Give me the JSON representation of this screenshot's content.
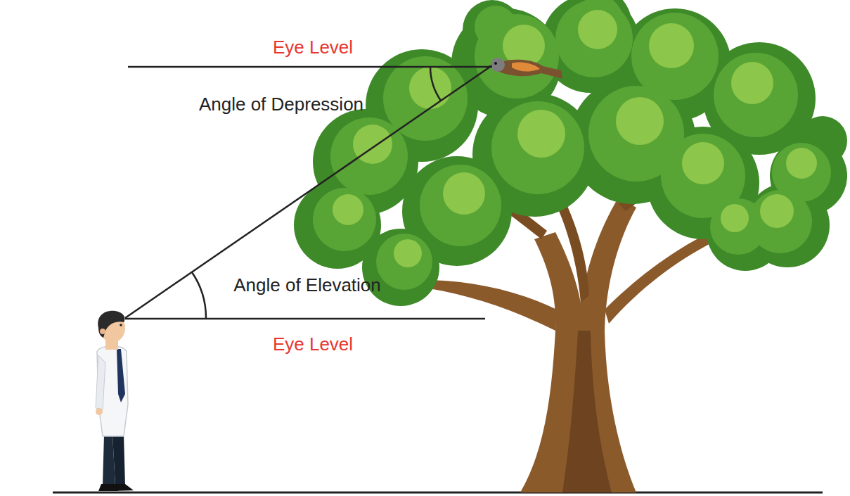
{
  "diagram": {
    "labels": [
      "Eye Level",
      "Angle of Depression",
      "Angle of Elevation",
      "Eye Level"
    ]
  }
}
